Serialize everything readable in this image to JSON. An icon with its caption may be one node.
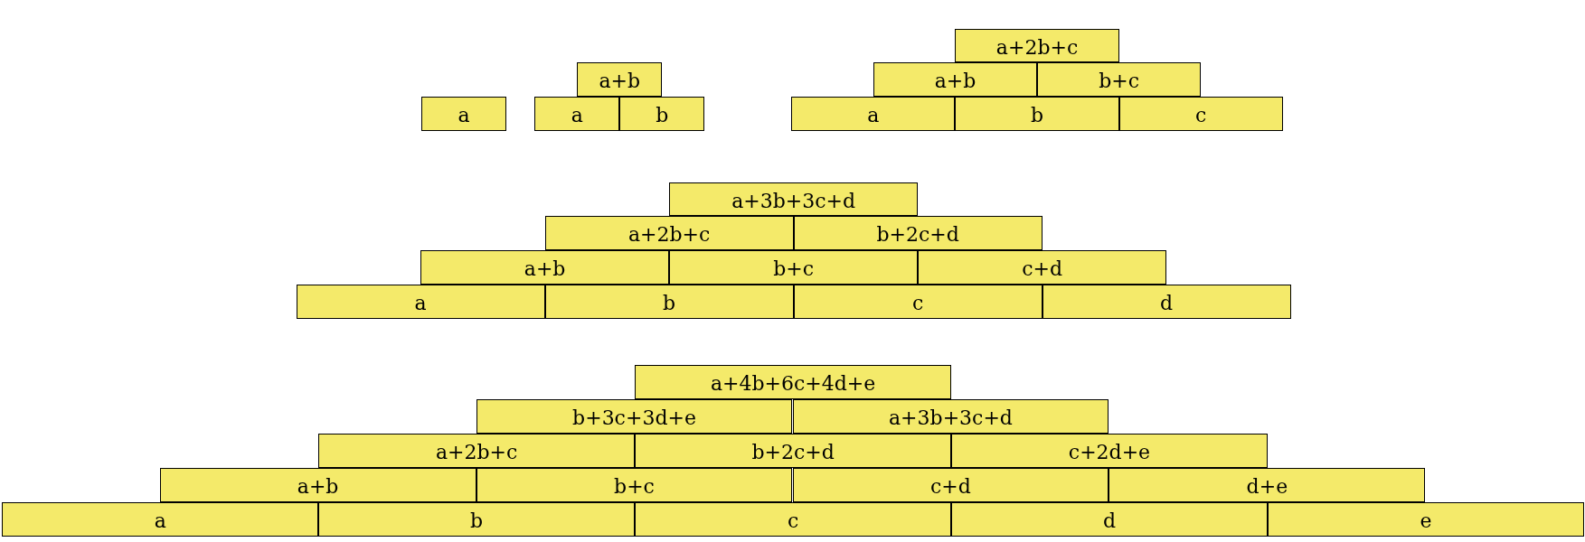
{
  "diagram": {
    "nodes": [
      {
        "text": [
          "a"
        ]
      },
      {
        "text": [
          "a+b"
        ]
      },
      {
        "text": [
          "a"
        ]
      },
      {
        "text": [
          "b"
        ]
      },
      {
        "text": [
          "a+2b+c"
        ]
      },
      {
        "text": [
          "a+b"
        ]
      },
      {
        "text": [
          "b+c"
        ]
      },
      {
        "text": [
          "a"
        ]
      },
      {
        "text": [
          "b"
        ]
      },
      {
        "text": [
          "c"
        ]
      },
      {
        "text": [
          "a+3b+3c+d"
        ]
      },
      {
        "text": [
          "a+2b+c"
        ]
      },
      {
        "text": [
          "b+2c+d"
        ]
      },
      {
        "text": [
          "a+b"
        ]
      },
      {
        "text": [
          "b+c"
        ]
      },
      {
        "text": [
          "c+d"
        ]
      },
      {
        "text": [
          "a"
        ]
      },
      {
        "text": [
          "b"
        ]
      },
      {
        "text": [
          "c"
        ]
      },
      {
        "text": [
          "d"
        ]
      },
      {
        "text": [
          "a+4b+6c+4d+e"
        ]
      },
      {
        "text": [
          "b+3c+3d+e"
        ]
      },
      {
        "text": [
          "a+3b+3c+d"
        ]
      },
      {
        "text": [
          "a+2b+c"
        ]
      },
      {
        "text": [
          "b+2c+d"
        ]
      },
      {
        "text": [
          "c+2d+e"
        ]
      },
      {
        "text": [
          "a+b"
        ]
      },
      {
        "text": [
          "b+c"
        ]
      },
      {
        "text": [
          "c+d"
        ]
      },
      {
        "text": [
          "d+e"
        ]
      },
      {
        "text": [
          "a"
        ]
      },
      {
        "text": [
          "b"
        ]
      },
      {
        "text": [
          "c"
        ]
      },
      {
        "text": [
          "d"
        ]
      },
      {
        "text": [
          "e"
        ]
      }
    ]
  }
}
